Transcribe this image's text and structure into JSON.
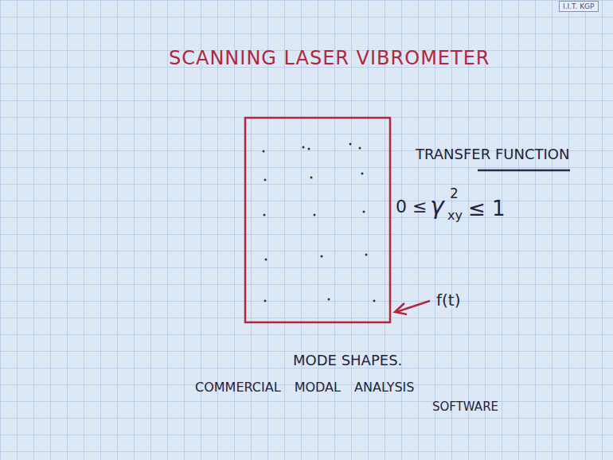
{
  "diagram": {
    "title": "SCANNING LASER VIBROMETER",
    "nodes": [
      {
        "text": [
          "I.I.T. KGP"
        ]
      }
    ],
    "labels": [
      "TRANSFER FUNCTION",
      "0 ≤",
      "γ",
      "2",
      "xy",
      "≤ 1",
      "f(t)",
      "MODE SHAPES.",
      "COMMERCIAL MODAL ANALYSIS",
      "SOFTWARE"
    ]
  }
}
